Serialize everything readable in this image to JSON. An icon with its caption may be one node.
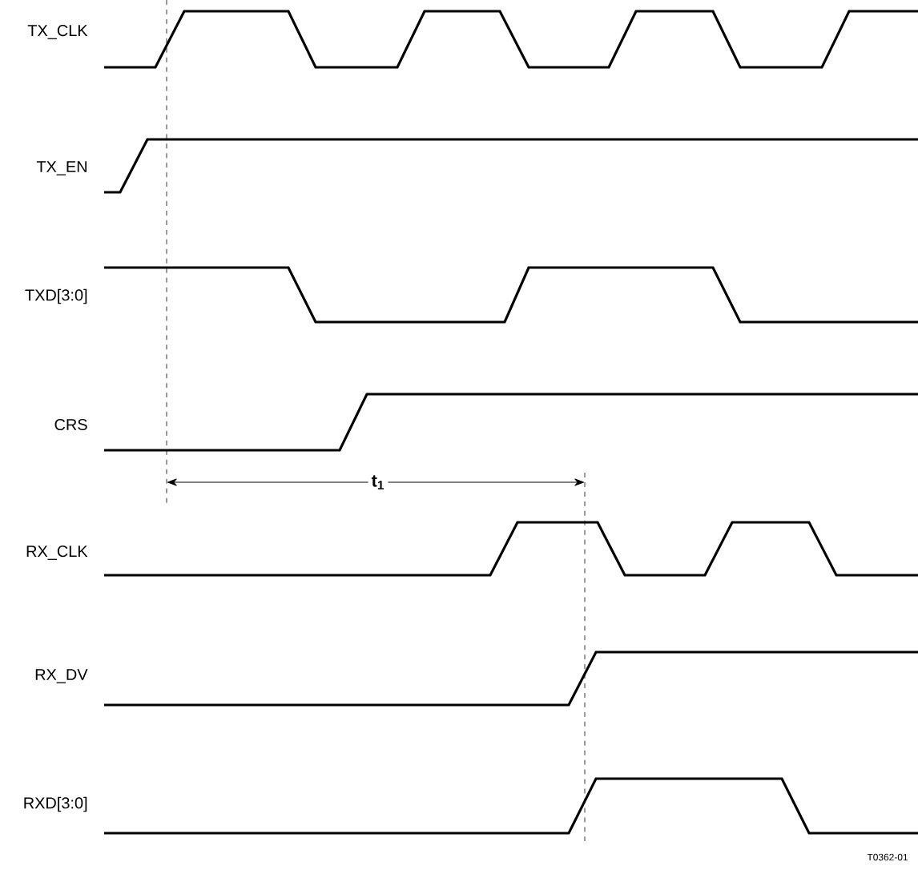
{
  "diagram": {
    "labels": [
      "TX_CLK",
      "TX_EN",
      "TXD[3:0]",
      "CRS",
      "t$_{1}$",
      "RX_CLK",
      "RX_DV",
      "RXD[3:0]",
      "T0362-01"
    ]
  }
}
